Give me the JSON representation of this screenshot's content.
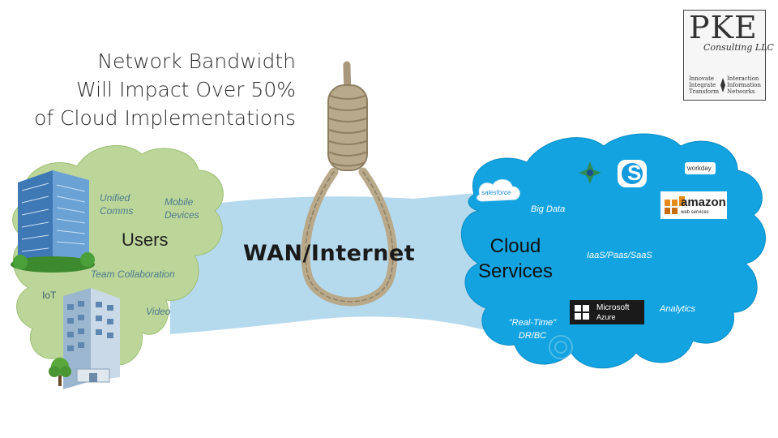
{
  "title": {
    "line1": "Network Bandwidth",
    "line2": "Will Impact Over 50%",
    "line3": "of Cloud Implementations"
  },
  "logo": {
    "name": "PKE",
    "sub": "Consulting LLC",
    "left_lines": [
      "Innovate",
      "Integrate",
      "Transform"
    ],
    "right_lines": [
      "Interaction",
      "Information",
      "Networks"
    ]
  },
  "users_cloud": {
    "title": "Users",
    "items": {
      "unified_comms": "Unified Comms",
      "mobile_devices": "Mobile Devices",
      "team_collaboration": "Team Collaboration",
      "iot": "IoT",
      "video": "Video"
    }
  },
  "link": {
    "label": "WAN/Internet"
  },
  "cloud_services": {
    "title": "Cloud Services",
    "items": {
      "big_data": "Big Data",
      "iaas": "IaaS/Paas/SaaS",
      "analytics": "Analytics",
      "dr": "\"Real-Time\" DR/BC"
    },
    "brands": {
      "salesforce": "salesforce",
      "workday": "workday",
      "amazon": "amazon",
      "amazon_sub": "web services",
      "microsoft": "Microsoft",
      "azure": "Azure",
      "skype": "S"
    }
  },
  "colors": {
    "green_cloud": "#bcd69a",
    "blue_cloud": "#12a3e0",
    "funnel": "#a9d3ea",
    "rope": "#b8a98a"
  },
  "icons": [
    "office-building-icon",
    "tree-icon",
    "noose-icon",
    "skype-icon",
    "yammer-icon",
    "windows-icon"
  ]
}
